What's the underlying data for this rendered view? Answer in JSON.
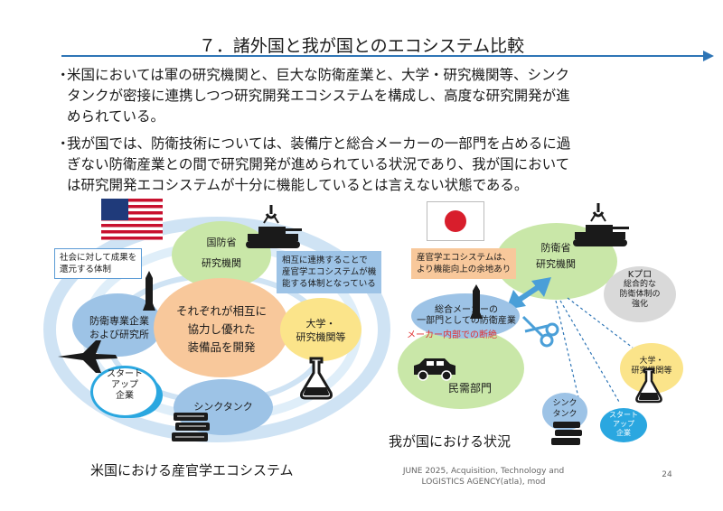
{
  "slide": {
    "title": "７．諸外国と我が国とのエコシステム比較",
    "bullets": [
      {
        "mark": "・",
        "lines": [
          "米国においては軍の研究機関と、巨大な防衛産業と、大学・研究機関等、シンク",
          "タンクが密接に連携しつつ研究開発エコシステムを構成し、高度な研究開発が進",
          "められている。"
        ]
      },
      {
        "mark": "・",
        "lines": [
          "我が国では、防衛技術については、装備庁と総合メーカーの一部門を占めるに過",
          "ぎない防衛産業との間で研究開発が進められている状況であり、我が国において",
          "は研究開発エコシステムが十分に機能しているとは言えない状態である。"
        ]
      }
    ],
    "page_number": "24",
    "footer": [
      "JUNE 2025, Acquisition, Technology and",
      "LOGISTICS AGENCY(atla), mod"
    ]
  },
  "us": {
    "caption": "米国における産官学エコシステム",
    "dod": [
      "国防省",
      "研究機関"
    ],
    "note_left": [
      "社会に対して成果を",
      "還元する体制"
    ],
    "note_right": [
      "相互に連携することで",
      "産官学エコシステムが機",
      "能する体制となっている"
    ],
    "center": [
      "それぞれが相互に",
      "協力し優れた",
      "装備品を開発"
    ],
    "defense": [
      "防衛専業企業",
      "および研究所"
    ],
    "univ": [
      "大学・",
      "研究機関等"
    ],
    "startup": [
      "スタート",
      "アップ",
      "企業"
    ],
    "think": "シンクタンク"
  },
  "jp": {
    "caption": "我が国における状況",
    "mod": [
      "防衛省",
      "研究機関"
    ],
    "note": [
      "産官学エコシステムは、",
      "より機能向上の余地あり"
    ],
    "kpro": [
      "Kプロ",
      "総合的な",
      "防衛体制の",
      "強化"
    ],
    "maker": [
      "総合メーカーの",
      "一部門としての防衛産業"
    ],
    "cut": "メーカー内部での断絶",
    "civil": "民需部門",
    "univ": [
      "大学・",
      "研究機関等"
    ],
    "think": [
      "シンク",
      "タンク"
    ],
    "startup": [
      "スタート",
      "アップ",
      "企業"
    ]
  },
  "colors": {
    "accent": "#2e75b6",
    "green": "#c9e7a8",
    "orange": "#f8c89b",
    "yellow": "#fbe48a",
    "blue": "#9dc3e6",
    "cyan": "#2aa7e0",
    "red_text": "#e03030",
    "grey": "#d9d9d9"
  }
}
